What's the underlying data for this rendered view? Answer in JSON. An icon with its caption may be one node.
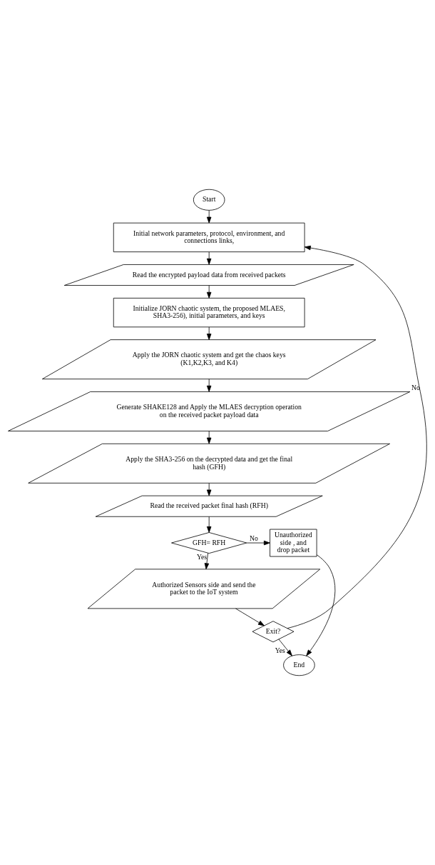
{
  "diagram": {
    "nodes": [
      {
        "text": [
          "Start"
        ]
      },
      {
        "text": [
          "Initial network parameters, protocol, environment, and connections links,"
        ]
      },
      {
        "text": [
          "Read the encrypted payload data from received packets"
        ]
      },
      {
        "text": [
          "Initialize JORN chaotic system, the proposed MLAES, SHA3-256), initial parameters, and keys"
        ]
      },
      {
        "text": [
          "Apply the JORN chaotic system and get the chaos keys (K1,K2,K3, and K4)"
        ]
      },
      {
        "text": [
          "Generate SHAKE128 and Apply the MLAES decryption operation on the received packet payload data"
        ]
      },
      {
        "text": [
          "Apply the SHA3-256 on the decrypted data and get the final hash (GFH)"
        ]
      },
      {
        "text": [
          "Read the received packet final hash (RFH)"
        ]
      },
      {
        "text": [
          "GFH= RFH"
        ]
      },
      {
        "text": [
          "Unauthorized side , and drop packet"
        ]
      },
      {
        "text": [
          "Authorized Sensors side and send the packet to the IoT system"
        ]
      },
      {
        "text": [
          "Exit?"
        ]
      },
      {
        "text": [
          "End"
        ]
      }
    ],
    "edges": [
      {
        "from": 0,
        "to": 1,
        "arrow": "to"
      },
      {
        "from": 1,
        "to": 2,
        "arrow": "to"
      },
      {
        "from": 2,
        "to": 3,
        "arrow": "to"
      },
      {
        "from": 3,
        "to": 4,
        "arrow": "to"
      },
      {
        "from": 4,
        "to": 5,
        "arrow": "to"
      },
      {
        "from": 5,
        "to": 6,
        "arrow": "to"
      },
      {
        "from": 6,
        "to": 7,
        "arrow": "to"
      },
      {
        "from": 7,
        "to": 8,
        "arrow": "to"
      },
      {
        "from": 8,
        "to": 9,
        "arrow": "to",
        "label": "No"
      },
      {
        "from": 8,
        "to": 10,
        "arrow": "to",
        "label": "Yes"
      },
      {
        "from": 10,
        "to": 11,
        "arrow": "to"
      },
      {
        "from": 11,
        "to": 1,
        "arrow": "to",
        "label": "No"
      },
      {
        "from": 11,
        "to": 12,
        "arrow": "to",
        "label": "Yes"
      },
      {
        "from": 9,
        "to": 12,
        "arrow": "to"
      }
    ]
  }
}
